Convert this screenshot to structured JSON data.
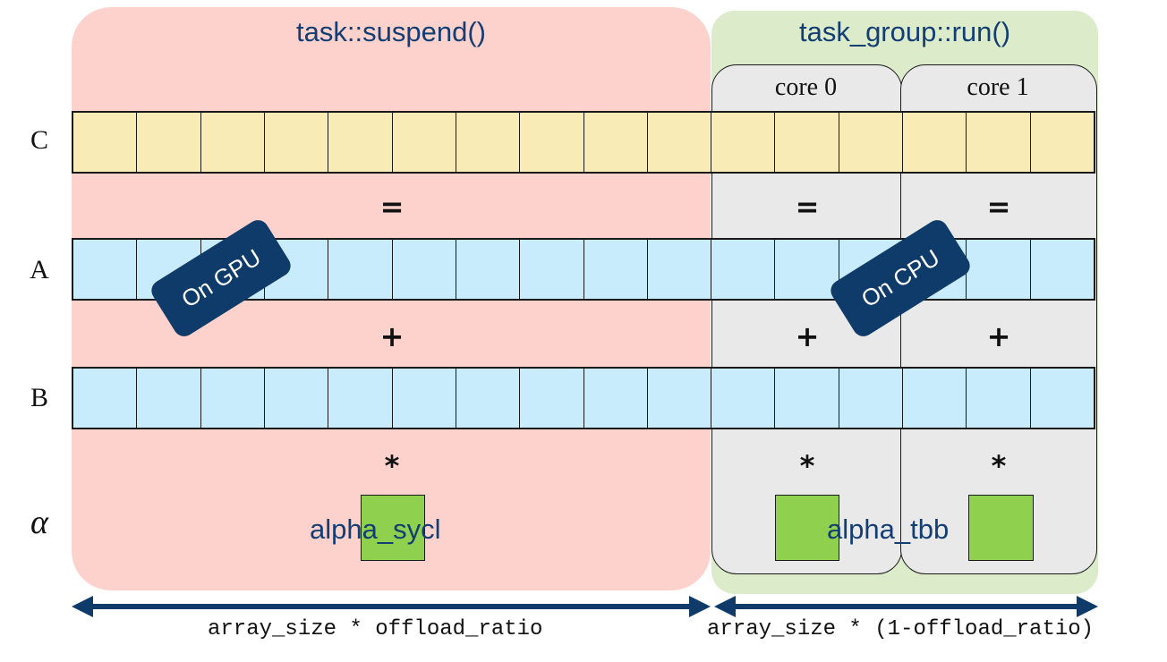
{
  "regions": {
    "gpu_title": "task::suspend()",
    "cpu_title": "task_group::run()"
  },
  "cores": [
    "core 0",
    "core 1"
  ],
  "rows": {
    "c": "C",
    "a": "A",
    "b": "B",
    "alpha": "α"
  },
  "operators": {
    "equals": "=",
    "plus": "+",
    "times": "*"
  },
  "scalars": {
    "gpu": "alpha_sycl",
    "cpu": "alpha_tbb"
  },
  "badges": {
    "gpu": "On GPU",
    "cpu": "On CPU"
  },
  "dimensions": {
    "gpu": "array_size * offload_ratio",
    "cpu": "array_size * (1-offload_ratio)"
  },
  "colors": {
    "gpu_region": "#fdd2cd",
    "cpu_region": "#dcebc9",
    "core_panel": "#e9e9e9",
    "array_c": "#f8ebb5",
    "array_ab": "#c8ecfb",
    "scalar": "#8fd04e",
    "badge": "#0f3b6a",
    "arrow": "#0f3b6a"
  },
  "array_cells": 16
}
